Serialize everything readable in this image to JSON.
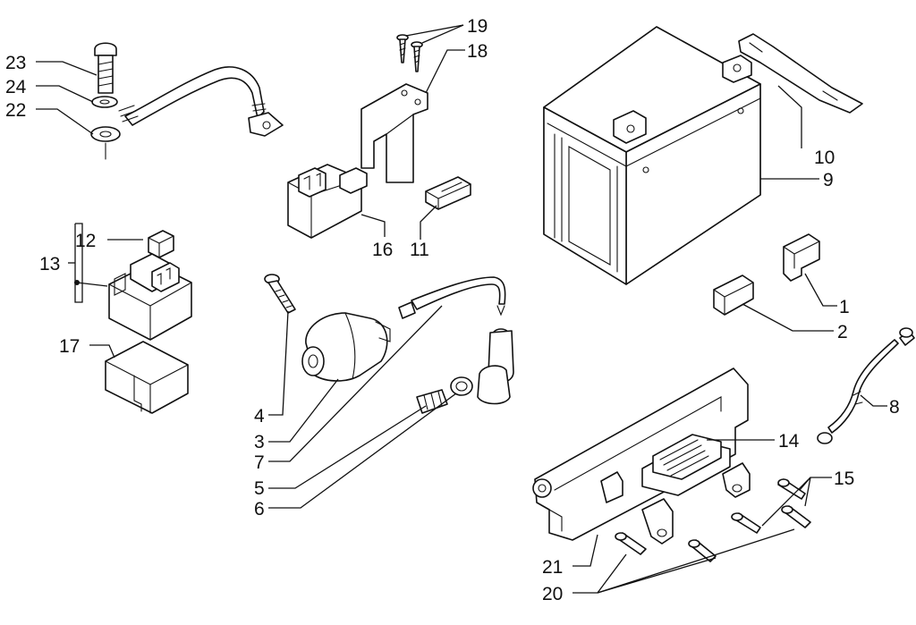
{
  "callouts": {
    "c1": "1",
    "c2": "2",
    "c3": "3",
    "c4": "4",
    "c5": "5",
    "c6": "6",
    "c7": "7",
    "c8": "8",
    "c9": "9",
    "c10": "10",
    "c11": "11",
    "c12": "12",
    "c13": "13",
    "c14": "14",
    "c15": "15",
    "c16": "16",
    "c17": "17",
    "c18": "18",
    "c19": "19",
    "c20": "20",
    "c21": "21",
    "c22": "22",
    "c23": "23",
    "c24": "24"
  },
  "colors": {
    "line": "#111111",
    "background": "#ffffff"
  }
}
